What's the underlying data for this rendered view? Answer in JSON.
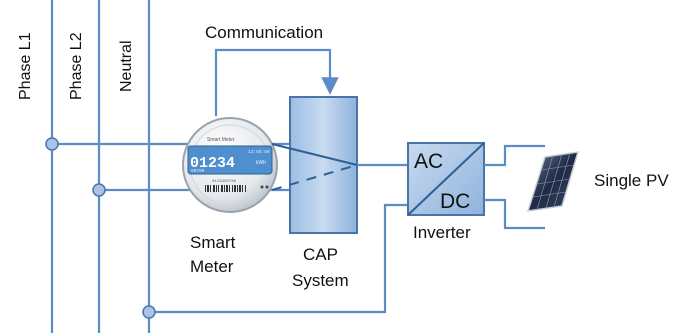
{
  "diagram": {
    "phase_l1_label": "Phase L1",
    "phase_l2_label": "Phase L2",
    "neutral_label": "Neutral",
    "communication_label": "Communication",
    "smart_meter": {
      "label_line1": "Smart",
      "label_line2": "Meter",
      "brand": "Smart Meter",
      "display_value": "01234",
      "display_unit": "kWh",
      "display_small": "56789",
      "display_time": "13:55:59",
      "serial": "0123456789"
    },
    "cap_system": {
      "label_line1": "CAP",
      "label_line2": "System"
    },
    "inverter": {
      "ac_label": "AC",
      "dc_label": "DC",
      "label": "Inverter"
    },
    "pv": {
      "label": "Single PV"
    },
    "colors": {
      "wire": "#5b8cc4",
      "box_fill": "#a9c4e4",
      "box_stroke": "#4a74a8"
    }
  }
}
